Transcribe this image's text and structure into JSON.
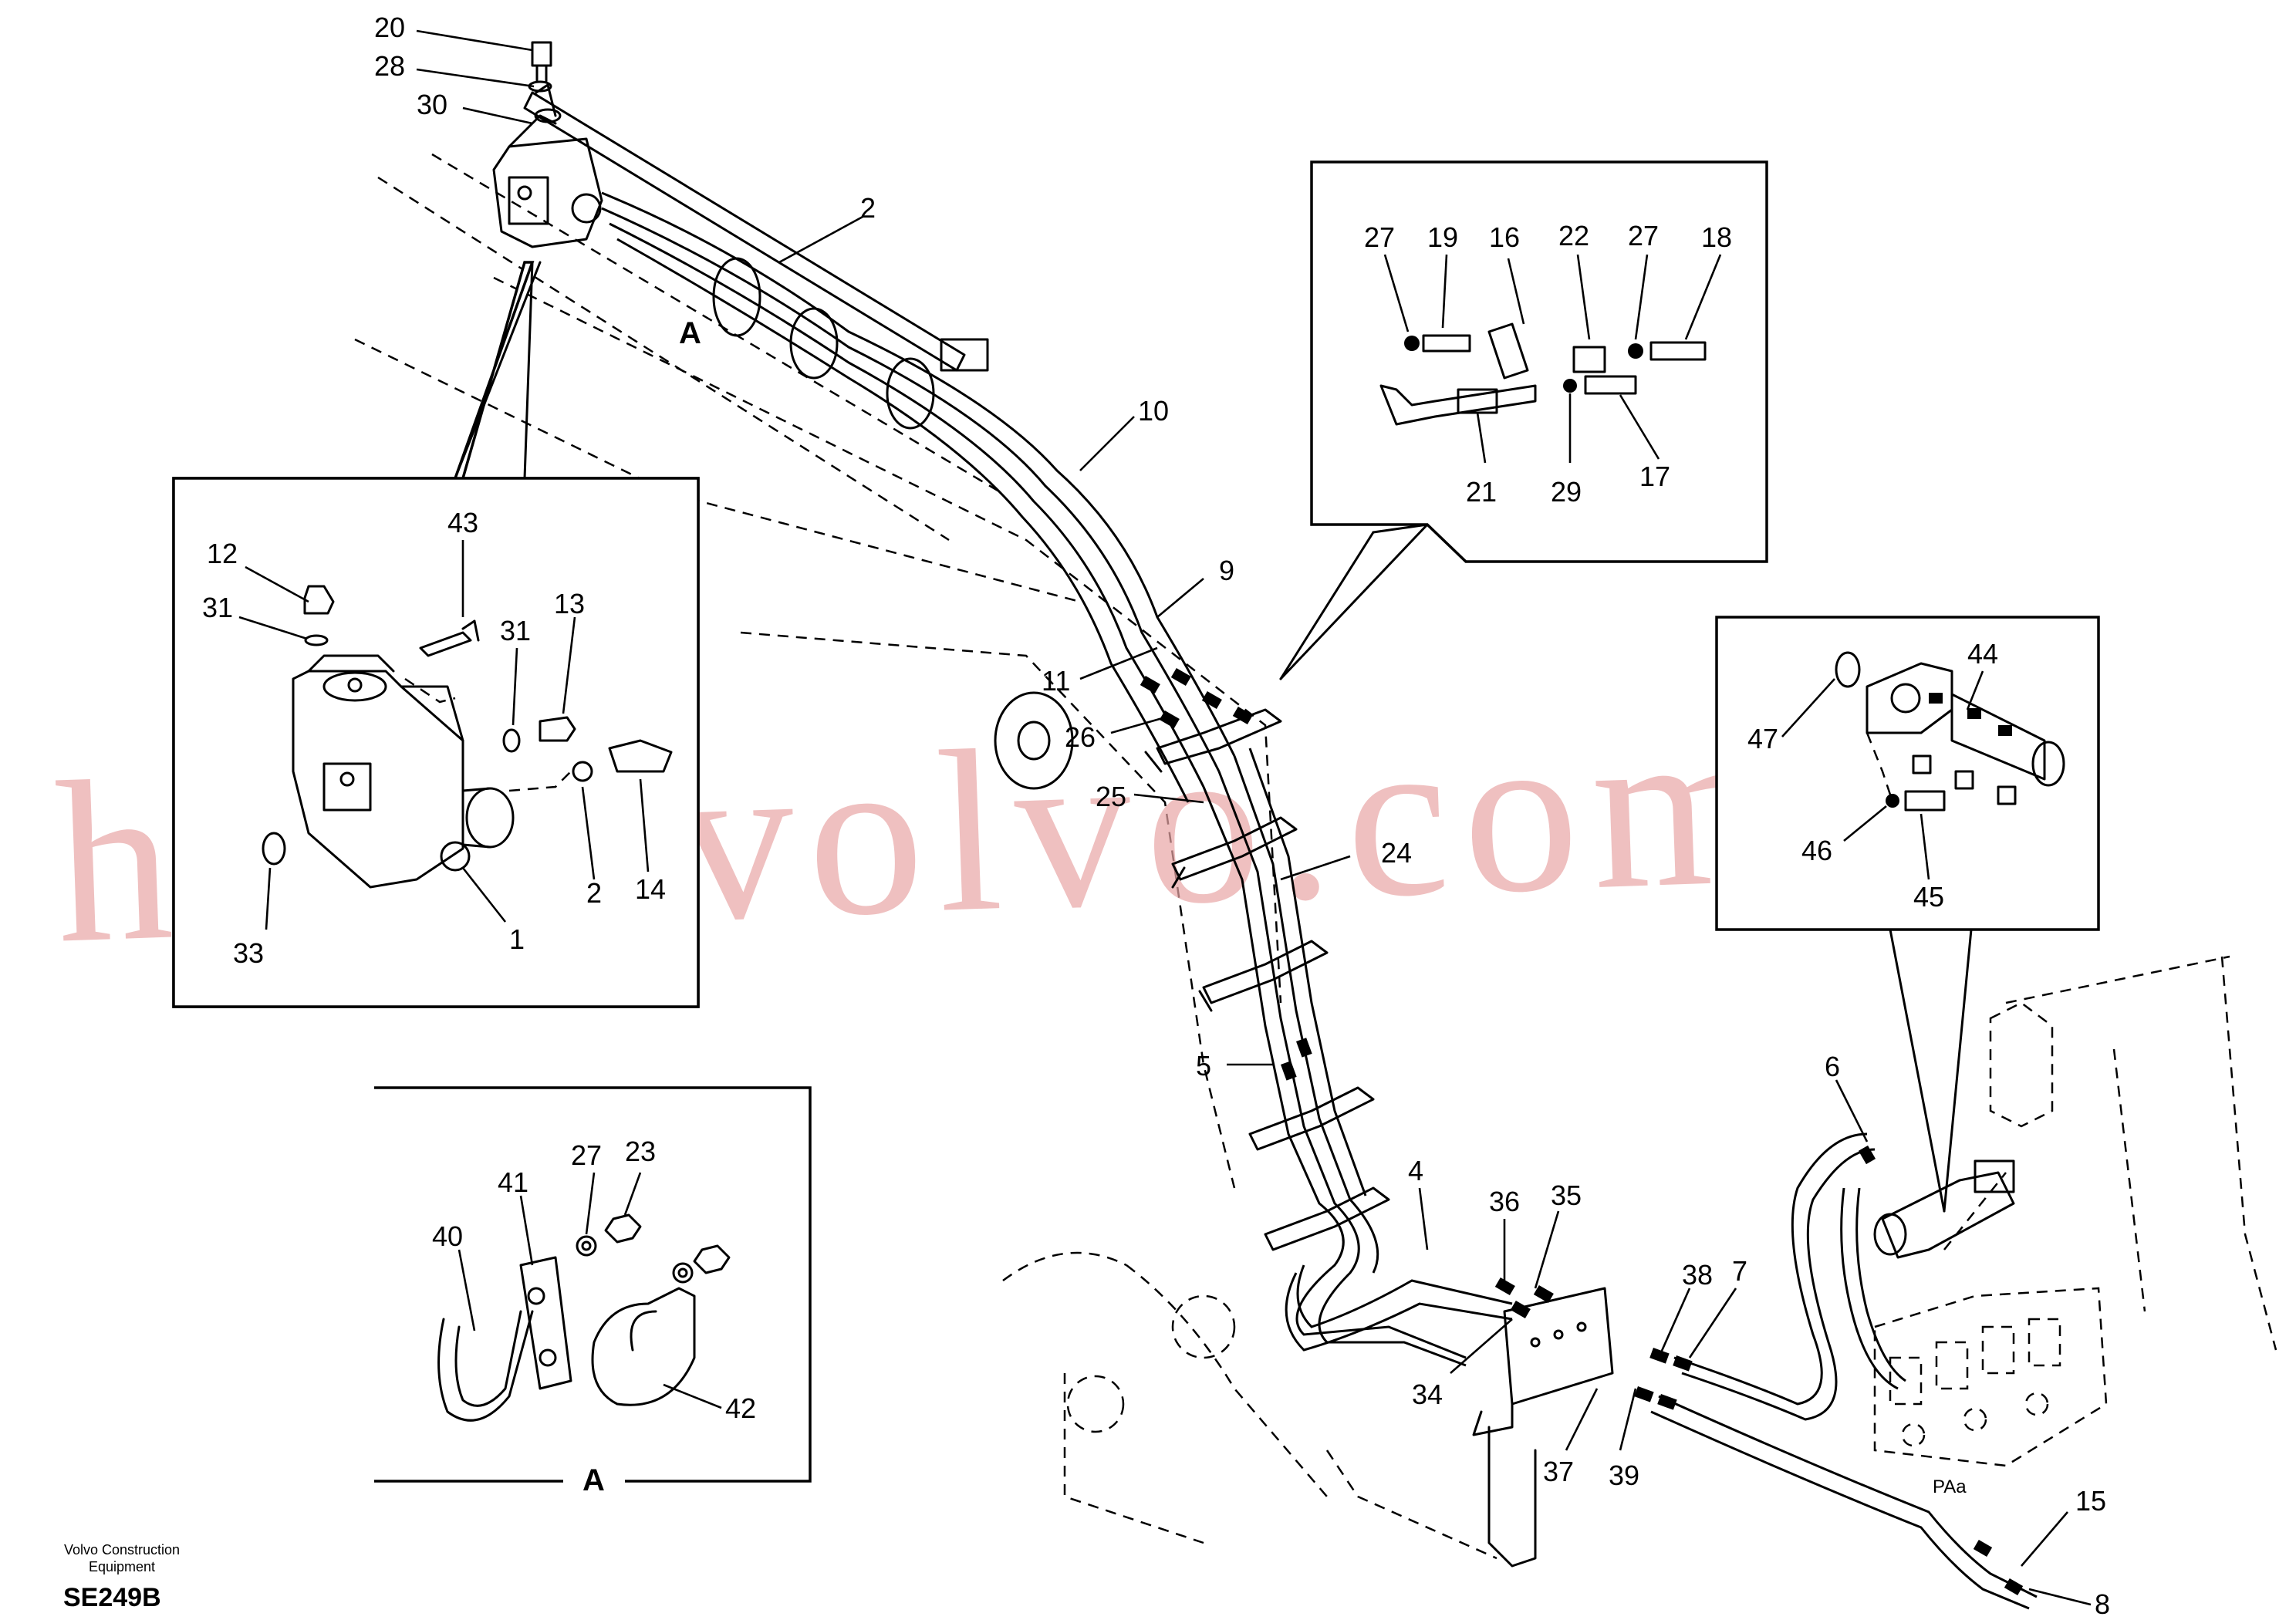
{
  "callouts": {
    "c20": "20",
    "c28": "28",
    "c30": "30",
    "c2": "2",
    "c10": "10",
    "c9": "9",
    "c11": "11",
    "c26": "26",
    "c25": "25",
    "c24": "24",
    "c5": "5",
    "c4": "4",
    "c36": "36",
    "c35": "35",
    "c34": "34",
    "c38": "38",
    "c7": "7",
    "c37": "37",
    "c39": "39",
    "c6": "6",
    "c15": "15",
    "c8": "8"
  },
  "view_letter": "A",
  "detail_topright": {
    "l27a": "27",
    "l19": "19",
    "l16": "16",
    "l22": "22",
    "l27b": "27",
    "l18": "18",
    "l21": "21",
    "l29": "29",
    "l17": "17"
  },
  "detail_left": {
    "l43": "43",
    "l12": "12",
    "l31a": "31",
    "l31b": "31",
    "l13": "13",
    "l2": "2",
    "l14": "14",
    "l1": "1",
    "l33": "33"
  },
  "detail_right": {
    "l44": "44",
    "l47": "47",
    "l46": "46",
    "l45": "45"
  },
  "detail_clamp": {
    "l27": "27",
    "l23": "23",
    "l41": "41",
    "l40": "40",
    "l42": "42",
    "letter": "A"
  },
  "watermark": "heavyvolvo.com",
  "company": "Volvo Construction Equipment",
  "figure_code": "SE249B",
  "label_pa": "PAa"
}
